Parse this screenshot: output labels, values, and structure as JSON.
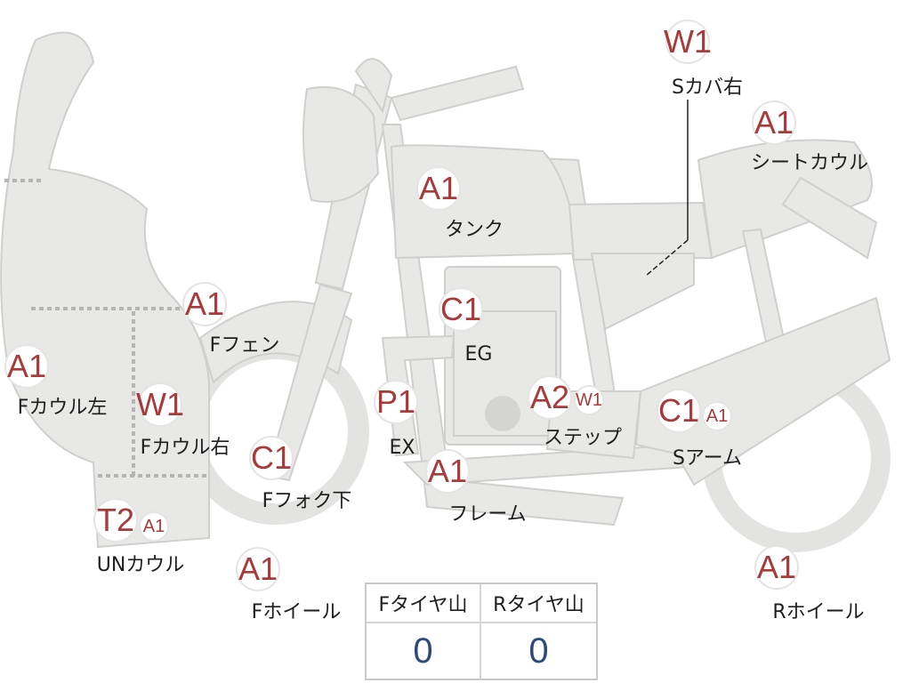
{
  "parts": [
    {
      "id": "f-cowl-left",
      "label": "Fカウル左",
      "badges": [
        {
          "code": "A1",
          "size": "big"
        }
      ]
    },
    {
      "id": "f-cowl-right",
      "label": "Fカウル右",
      "badges": [
        {
          "code": "W1",
          "size": "big"
        }
      ]
    },
    {
      "id": "un-cowl",
      "label": "UNカウル",
      "badges": [
        {
          "code": "T2",
          "size": "big"
        },
        {
          "code": "A1",
          "size": "small"
        }
      ]
    },
    {
      "id": "f-fender",
      "label": "Fフェン",
      "badges": [
        {
          "code": "A1",
          "size": "big"
        }
      ]
    },
    {
      "id": "f-fork-lower",
      "label": "Fフォク下",
      "badges": [
        {
          "code": "C1",
          "size": "big"
        }
      ]
    },
    {
      "id": "f-wheel",
      "label": "Fホイール",
      "badges": [
        {
          "code": "A1",
          "size": "big"
        }
      ]
    },
    {
      "id": "tank",
      "label": "タンク",
      "badges": [
        {
          "code": "A1",
          "size": "big"
        }
      ]
    },
    {
      "id": "engine",
      "label": "EG",
      "badges": [
        {
          "code": "C1",
          "size": "big"
        }
      ]
    },
    {
      "id": "exhaust",
      "label": "EX",
      "badges": [
        {
          "code": "P1",
          "size": "big"
        }
      ]
    },
    {
      "id": "frame",
      "label": "フレーム",
      "badges": [
        {
          "code": "A1",
          "size": "big"
        }
      ]
    },
    {
      "id": "step",
      "label": "ステップ",
      "badges": [
        {
          "code": "A2",
          "size": "big"
        },
        {
          "code": "W1",
          "size": "small"
        }
      ]
    },
    {
      "id": "s-arm",
      "label": "Sアーム",
      "badges": [
        {
          "code": "C1",
          "size": "big"
        },
        {
          "code": "A1",
          "size": "small"
        }
      ]
    },
    {
      "id": "s-cover-right",
      "label": "Sカバ右",
      "badges": [
        {
          "code": "W1",
          "size": "big"
        }
      ]
    },
    {
      "id": "seat-cowl",
      "label": "シートカウル",
      "badges": [
        {
          "code": "A1",
          "size": "big"
        }
      ]
    },
    {
      "id": "r-wheel",
      "label": "Rホイール",
      "badges": [
        {
          "code": "A1",
          "size": "big"
        }
      ]
    }
  ],
  "tire_table": {
    "front_header": "Fタイヤ山",
    "rear_header": "Rタイヤ山",
    "front_value": "0",
    "rear_value": "0"
  },
  "colors": {
    "part_fill": "#e8e8e6",
    "part_stroke": "#c9c9c7",
    "badge_text": "#a83a3a",
    "table_value": "#2d4a7e"
  }
}
